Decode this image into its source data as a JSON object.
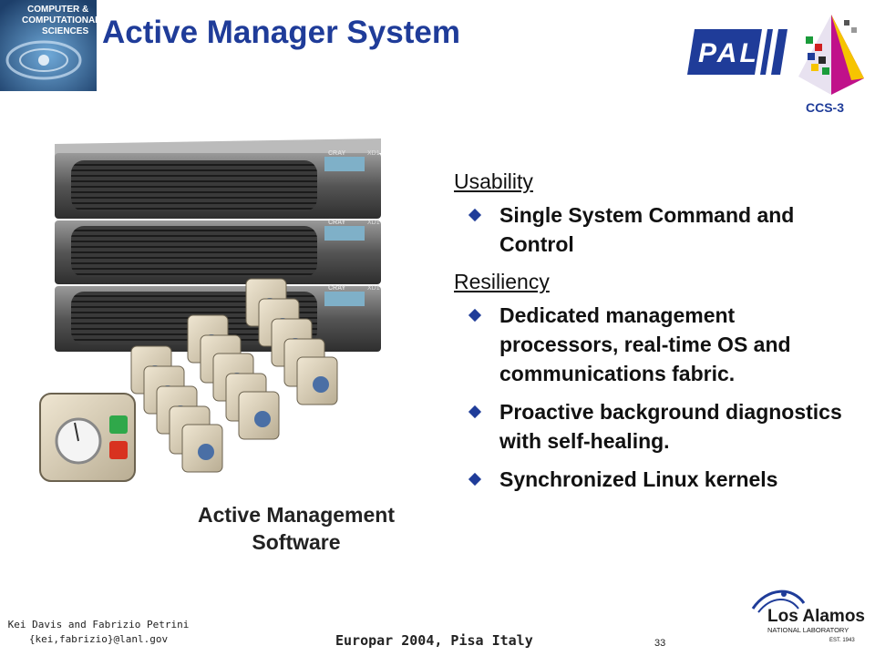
{
  "slide": {
    "title": "Active Manager System",
    "ccs_logo_text": [
      "COMPUTER &",
      "COMPUTATIONAL",
      "SCIENCES"
    ],
    "pal_logo_text": "PAL",
    "ccs_label": "CCS-3",
    "caption_line1": "Active Management",
    "caption_line2": "Software",
    "cray_brand": "CRAY",
    "rack_model": "XD1",
    "sections": [
      {
        "heading": "Usability",
        "items": [
          "Single System Command and Control"
        ]
      },
      {
        "heading": "Resiliency",
        "items": [
          "Dedicated management processors, real-time OS and communications fabric.",
          "Proactive background diagnostics with  self-healing.",
          "Synchronized Linux kernels"
        ]
      }
    ],
    "footer": {
      "authors": "Kei Davis and Fabrizio Petrini",
      "email": "{kei,fabrizio}@lanl.gov",
      "conference": "Europar 2004, Pisa Italy",
      "page": "33",
      "lab_name": "Los Alamos",
      "lab_sub": "NATIONAL LABORATORY",
      "lab_est": "EST. 1943"
    },
    "colors": {
      "title": "#1f3c99",
      "bullet": "#1f3c99"
    }
  }
}
